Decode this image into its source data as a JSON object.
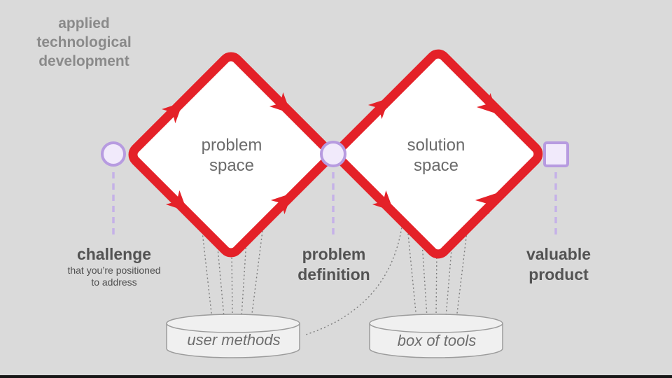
{
  "slide": {
    "title": {
      "line1": "applied",
      "line2": "technological",
      "line3": "development"
    }
  },
  "diamonds": {
    "problem": {
      "line1": "problem",
      "line2": "space"
    },
    "solution": {
      "line1": "solution",
      "line2": "space"
    }
  },
  "milestones": {
    "challenge": {
      "label": "challenge",
      "sub1": "that you’re positioned",
      "sub2": "to address"
    },
    "problem_definition": {
      "line1": "problem",
      "line2": "definition"
    },
    "valuable_product": {
      "line1": "valuable",
      "line2": "product"
    }
  },
  "resources": {
    "user_methods": {
      "label": "user methods"
    },
    "box_of_tools": {
      "label": "box of tools"
    }
  },
  "colors": {
    "background": "#dadada",
    "process_red": "#e42128",
    "node_purple_stroke": "#b79be0",
    "node_purple_fill": "#f1eafb",
    "dashed_purple": "#c5b1e8",
    "title_gray": "#8a8a8a",
    "label_dark_gray": "#535353",
    "diamond_text_gray": "#6b6b6b",
    "cylinder_fill": "#f0f0f0",
    "cylinder_stroke": "#9b9b9b",
    "dotted_gray": "#7d7d7d",
    "footer_bar": "#161616"
  }
}
